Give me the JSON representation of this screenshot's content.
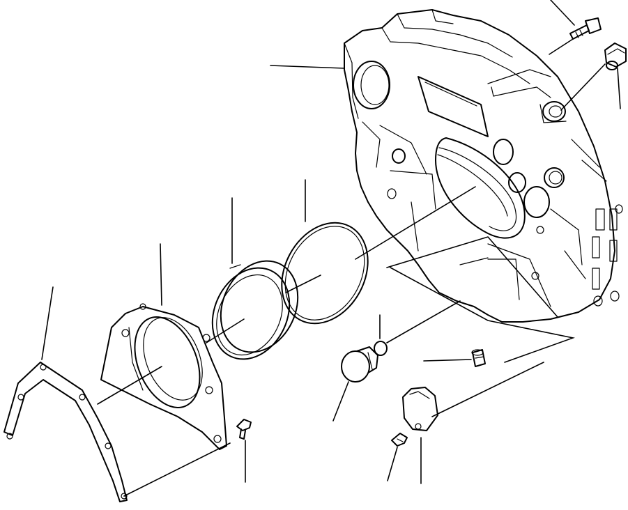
{
  "diagram": {
    "parts": [
      {
        "id": "flywheel-housing",
        "icon": "housing-casting"
      },
      {
        "id": "housing-bolt",
        "icon": "hex-bolt"
      },
      {
        "id": "filler-plug",
        "icon": "plug"
      },
      {
        "id": "seal-holder",
        "icon": "seal-retainer"
      },
      {
        "id": "oil-seal",
        "icon": "lip-seal-ring"
      },
      {
        "id": "o-ring-large",
        "icon": "o-ring"
      },
      {
        "id": "gasket",
        "icon": "gasket"
      },
      {
        "id": "holder-bolt",
        "icon": "hex-bolt"
      },
      {
        "id": "inspection-plug",
        "icon": "plug"
      },
      {
        "id": "o-ring-small",
        "icon": "o-ring"
      },
      {
        "id": "dowel-plug",
        "icon": "plug"
      },
      {
        "id": "cover",
        "icon": "cover-plate"
      },
      {
        "id": "cover-bolt",
        "icon": "hex-bolt"
      }
    ],
    "line_color": "#000000",
    "background": "#ffffff"
  }
}
